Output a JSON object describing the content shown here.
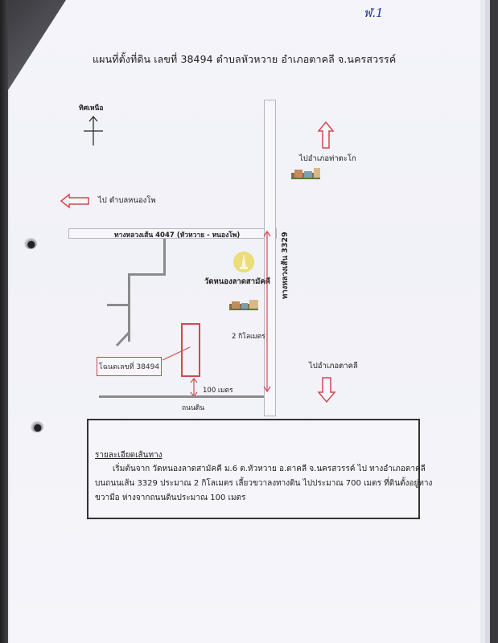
{
  "document": {
    "page_marker": "ฬ.1",
    "title": "แผนที่ตั้งที่ดิน เลขที่ 38494 ตำบลหัวหวาย อำเภอตาคลี จ.นครสวรรค์"
  },
  "map": {
    "north_label": "ทิศเหนือ",
    "to_nong_pho": "ไป  ตำบลหนองโพ",
    "to_tha_tako": "ไปอำเภอท่าตะโก",
    "to_takhli": "ไปอำเภอตาคลี",
    "road_4047": "ทางหลวงเส้น 4047 (หัวหวาย - หนองโพ)",
    "road_3329": "ทางหลวงเส้น 3329",
    "temple_name": "วัดหนองลาดสามัคคี",
    "distance_2km": "2 กิโลเมตร",
    "distance_100m": "100 เมตร",
    "dirt_road": "ถนนดิน",
    "deed_label": "โฉนดเลขที่ 38494",
    "colors": {
      "arrow_red": "#d4474f",
      "road_grey": "#8a8a8f",
      "temple_gold": "#e6d466"
    }
  },
  "route_description": {
    "heading": "รายละเอียดเส้นทาง",
    "lines": [
      "เริ่มต้นจาก วัดหนองลาดสามัคคี ม.6 ต.หัวหวาย อ.ตาคลี จ.นครสวรรค์ ไป ทางอำเภอตาคลี",
      "บนถนนเส้น 3329 ประมาณ 2 กิโลเมตร เลี้ยวขวาลงทางดิน ไปประมาณ 700 เมตร ที่ดินตั้งอยู่ทาง",
      "ขวามือ ห่างจากถนนดินประมาณ 100 เมตร"
    ]
  }
}
